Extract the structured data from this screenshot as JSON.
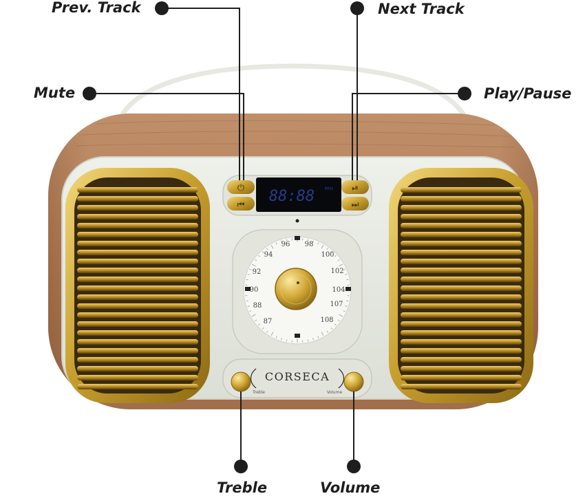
{
  "callouts": {
    "prev_track": "Prev. Track",
    "next_track": "Next Track",
    "mute": "Mute",
    "play_pause": "Play/Pause",
    "treble": "Treble",
    "volume": "Volume"
  },
  "device": {
    "brand": "CORSECA",
    "display": "88:88",
    "display_unit": "MHz",
    "knob_label_left": "Treble",
    "knob_label_right": "Volume",
    "dial_numbers": [
      "96",
      "98",
      "94",
      "100",
      "92",
      "102",
      "90",
      "104",
      "88",
      "107",
      "87",
      "108"
    ]
  },
  "colors": {
    "wood": "#b07a52",
    "cream_panel": "#e6e8e0",
    "gold": "#c8a030",
    "line": "#1e1e1e"
  }
}
